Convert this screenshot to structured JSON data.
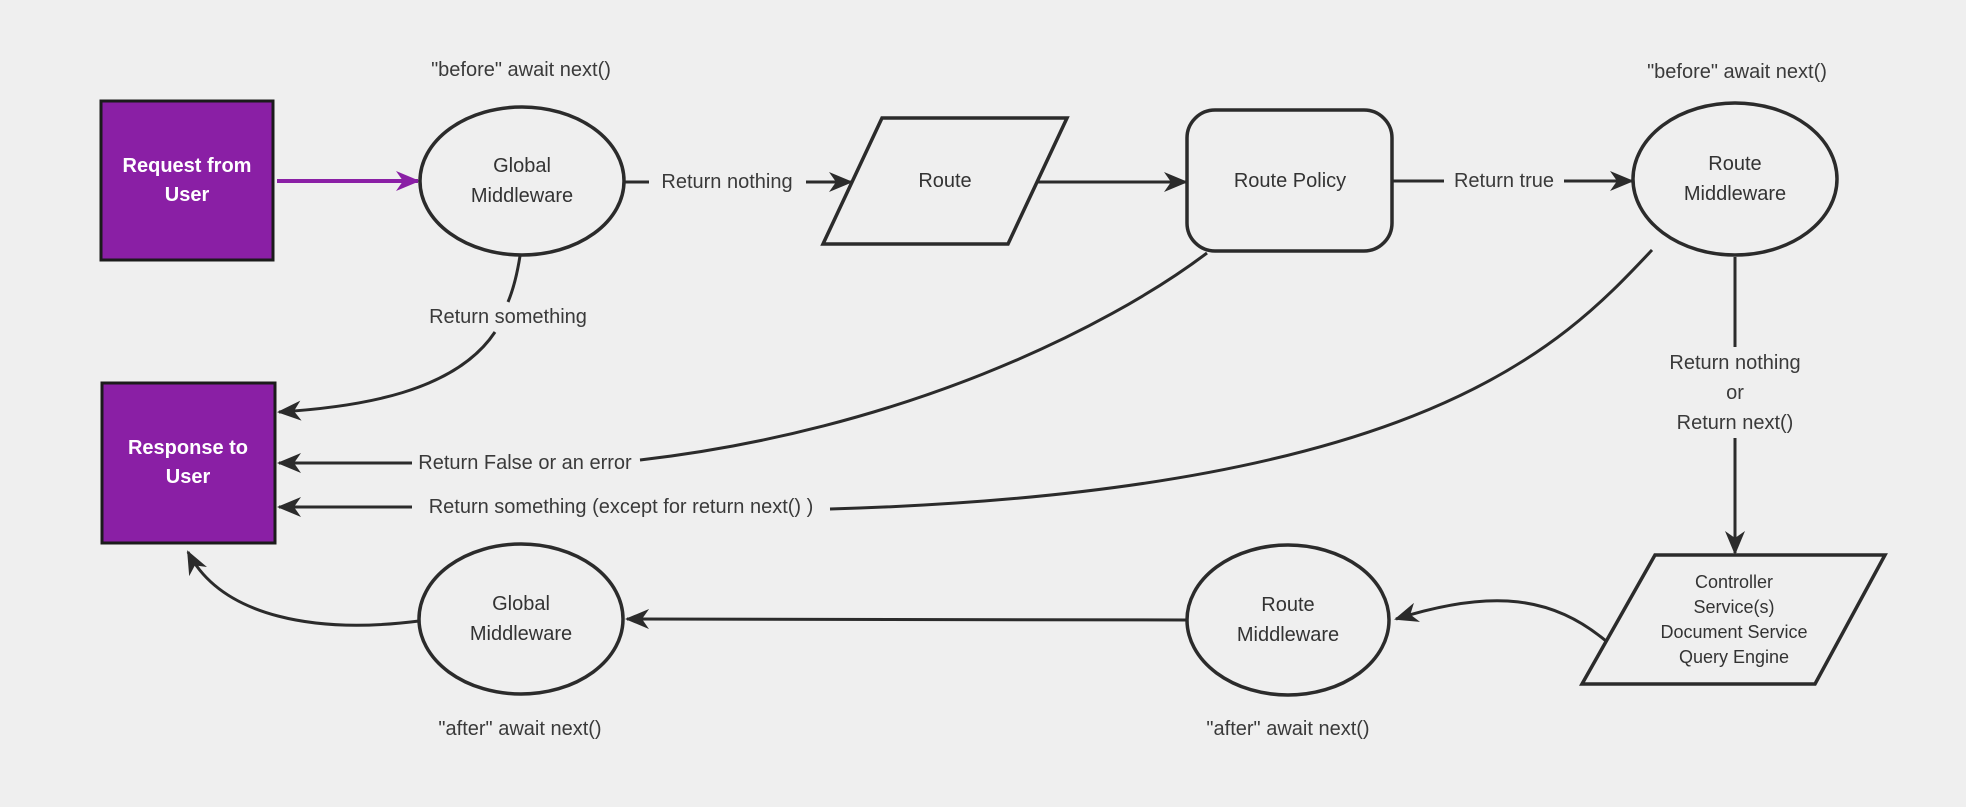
{
  "diagram": {
    "nodes": {
      "request": {
        "line1": "Request from",
        "line2": "User"
      },
      "global_mw_top": {
        "line1": "Global",
        "line2": "Middleware"
      },
      "route": {
        "label": "Route"
      },
      "route_policy": {
        "label": "Route Policy"
      },
      "route_mw_top": {
        "line1": "Route",
        "line2": "Middleware"
      },
      "response": {
        "line1": "Response to",
        "line2": "User"
      },
      "global_mw_bottom": {
        "line1": "Global",
        "line2": "Middleware"
      },
      "route_mw_bottom": {
        "line1": "Route",
        "line2": "Middleware"
      },
      "controller": {
        "line1": "Controller",
        "line2": "Service(s)",
        "line3": "Document Service",
        "line4": "Query Engine"
      }
    },
    "edge_labels": {
      "before_left": "\"before\" await next()",
      "before_right": "\"before\" await next()",
      "return_nothing": "Return nothing",
      "return_true": "Return true",
      "return_something": "Return something",
      "return_false": "Return False or an error",
      "return_except": "Return something (except for return next() )",
      "return_nothing_or_line1": "Return nothing",
      "return_nothing_or_line2": "or",
      "return_nothing_or_line3": "Return next()",
      "after_left": "\"after\" await next()",
      "after_right": "\"after\" await next()"
    },
    "colors": {
      "background": "#efefef",
      "accent_purple": "#8a1fa5",
      "line_dark": "#2b2b2b",
      "node_text": "#333333",
      "box_text": "#ffffff"
    }
  }
}
